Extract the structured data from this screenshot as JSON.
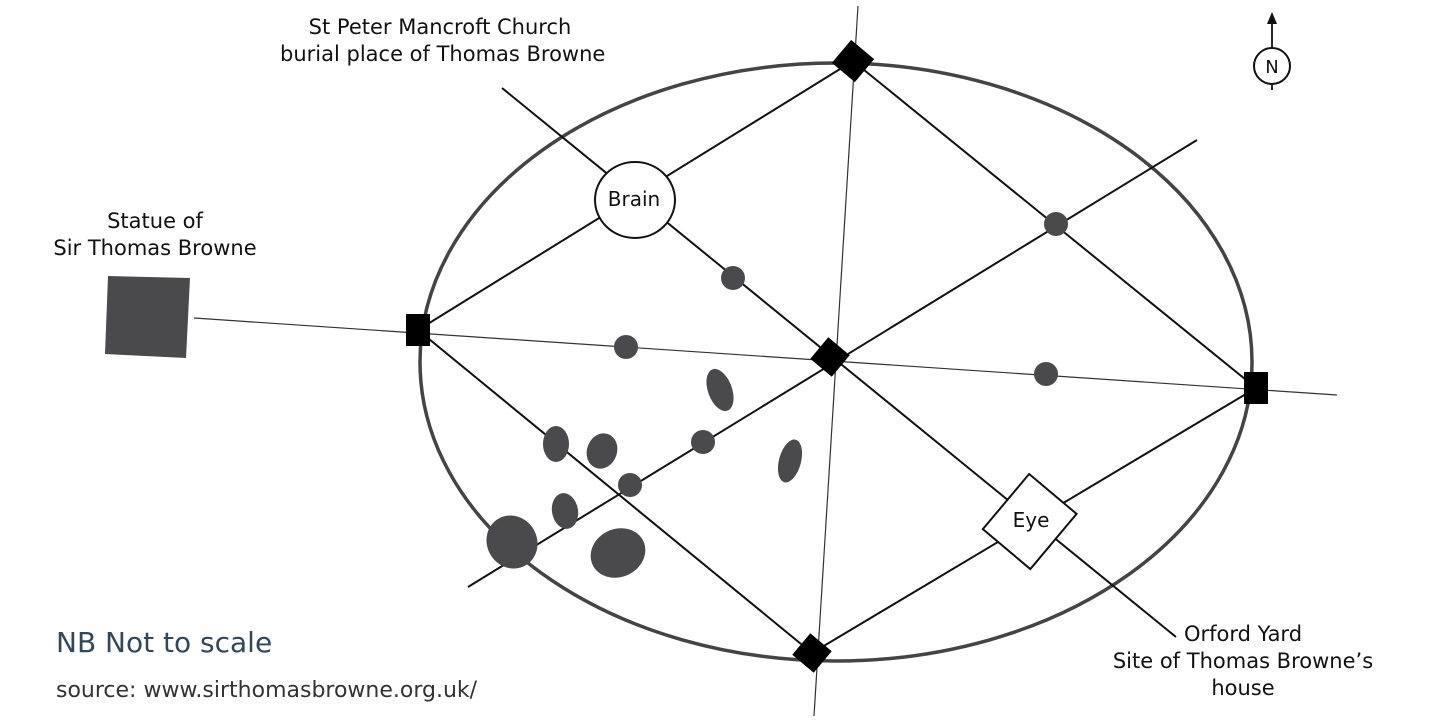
{
  "labels": {
    "church_line1": "St Peter Mancroft Church",
    "church_line2": "burial place of Thomas Browne",
    "statue_line1": "Statue of",
    "statue_line2": "Sir Thomas Browne",
    "orford_line1": "Orford Yard",
    "orford_line2": "Site of Thomas Browne’s",
    "orford_line3": "house",
    "brain": "Brain",
    "eye": "Eye",
    "compass": "N"
  },
  "footer": {
    "note": "NB Not to scale",
    "source": "source: www.sirthomasbrowne.org.uk/"
  },
  "colors": {
    "line": "#111111",
    "shape_fill": "#4a4a4c",
    "marker": "#000000"
  }
}
